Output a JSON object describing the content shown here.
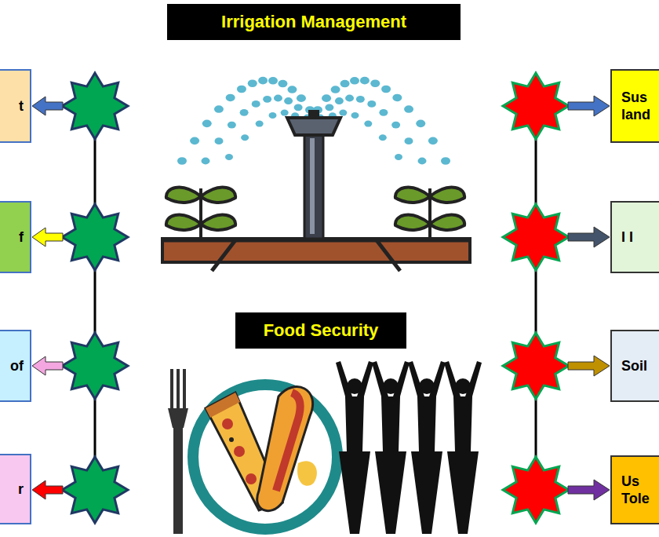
{
  "diagram": {
    "nodes": [
      {
        "text": [
          "Irrigation Management"
        ]
      },
      {
        "text": [
          "t"
        ]
      },
      {
        "text": [
          "f"
        ]
      },
      {
        "text": [
          "of"
        ]
      },
      {
        "text": [
          "r"
        ]
      },
      {
        "text": [
          "Sus land"
        ]
      },
      {
        "text": [
          "I I"
        ]
      },
      {
        "text": [
          "Soil"
        ]
      },
      {
        "text": [
          "Us Tole"
        ]
      },
      {
        "text": [
          "Food Security"
        ]
      }
    ]
  }
}
